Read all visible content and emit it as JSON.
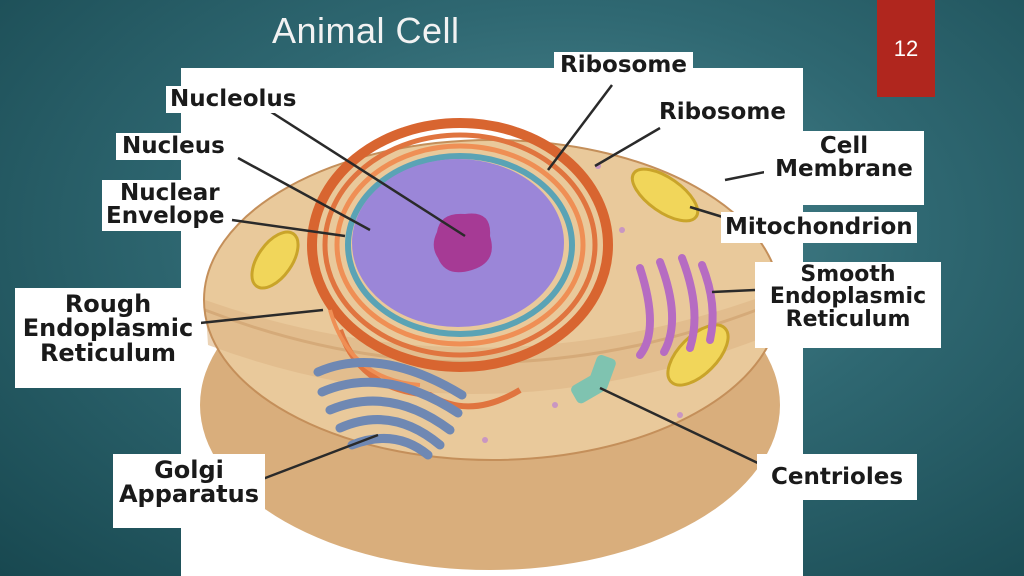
{
  "slide": {
    "title": "Animal Cell",
    "page_number": "12"
  },
  "colors": {
    "background": "#2f6872",
    "page_badge": "#b0261e",
    "cytoplasm": "#e9c99b",
    "nucleus": "#9b86d8",
    "nucleolus": "#a63a95",
    "endoplasmic_reticulum": "#e0743f",
    "golgi": "#6f88b3",
    "mitochondrion": "#f1d65a",
    "smooth_er": "#b66cc2",
    "centrioles": "#7fc3b0"
  },
  "labels": {
    "nucleolus": "Nucleolus",
    "nucleus": "Nucleus",
    "nuclear_envelope": [
      "Nuclear",
      "Envelope"
    ],
    "rough_er": [
      "Rough",
      "Endoplasmic",
      "Reticulum"
    ],
    "golgi": [
      "Golgi",
      "Apparatus"
    ],
    "ribosome_top": "Ribosome",
    "ribosome_right": "Ribosome",
    "cell_membrane": [
      "Cell",
      "Membrane"
    ],
    "mitochondrion": "Mitochondrion",
    "smooth_er": [
      "Smooth",
      "Endoplasmic",
      "Reticulum"
    ],
    "centrioles": "Centrioles"
  }
}
